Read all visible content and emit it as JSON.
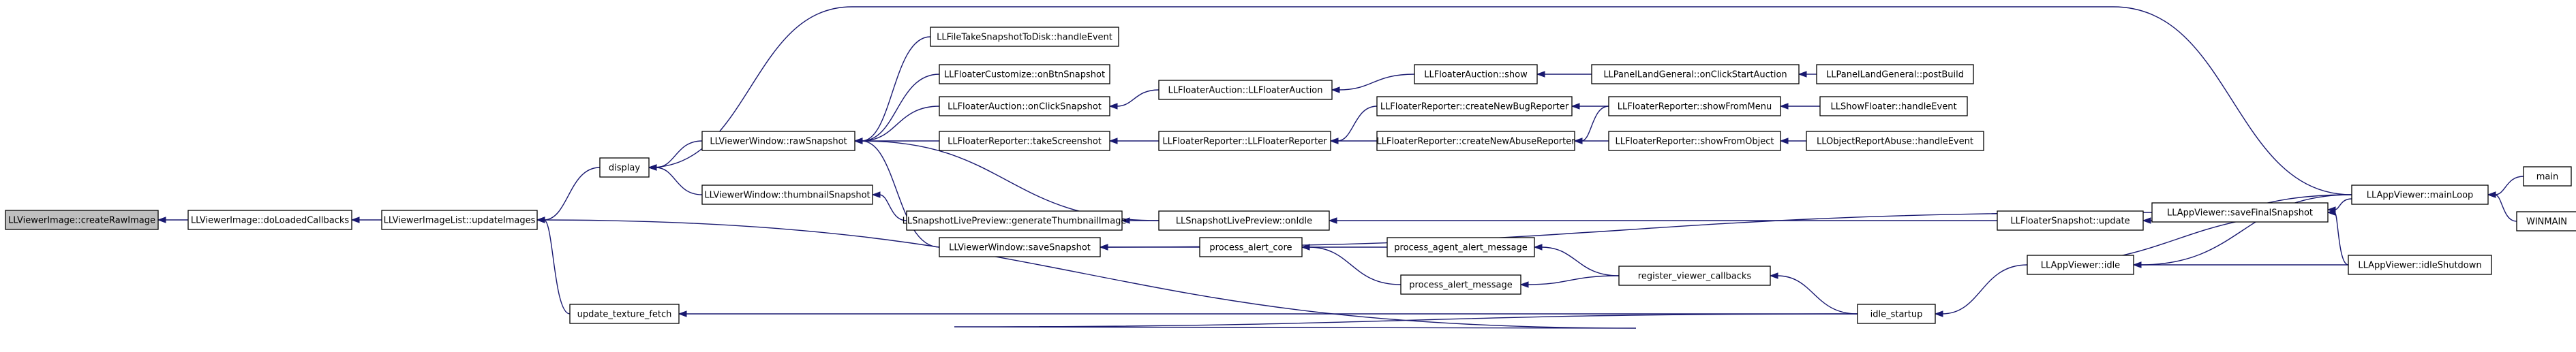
{
  "graph": {
    "nodes": {
      "createRawImage": "LLViewerImage::createRawImage",
      "doLoadedCallbacks": "LLViewerImage::doLoadedCallbacks",
      "updateImages": "LLViewerImageList::updateImages",
      "display": "display",
      "updateTextureFetch": "update_texture_fetch",
      "rawSnapshot": "LLViewerWindow::rawSnapshot",
      "thumbnailSnapshot": "LLViewerWindow::thumbnailSnapshot",
      "fileTakeSnapshot": "LLFileTakeSnapshotToDisk::handleEvent",
      "customizeSnapshot": "LLFloaterCustomize::onBtnSnapshot",
      "auctionClickSnapshot": "LLFloaterAuction::onClickSnapshot",
      "reporterTakeScreenshot": "LLFloaterReporter::takeScreenshot",
      "saveSnapshot": "LLViewerWindow::saveSnapshot",
      "generateThumbnail": "LLSnapshotLivePreview::generateThumbnailImage",
      "onIdle": "LLSnapshotLivePreview::onIdle",
      "auctionCtor": "LLFloaterAuction::LLFloaterAuction",
      "reporterCtor": "LLFloaterReporter::LLFloaterReporter",
      "processAlertCore": "process_alert_core",
      "auctionShow": "LLFloaterAuction::show",
      "createBugReporter": "LLFloaterReporter::createNewBugReporter",
      "createAbuseReporter": "LLFloaterReporter::createNewAbuseReporter",
      "processAgentAlert": "process_agent_alert_message",
      "processAlert": "process_alert_message",
      "panelClickStartAuction": "LLPanelLandGeneral::onClickStartAuction",
      "showFromMenu": "LLFloaterReporter::showFromMenu",
      "showFromObject": "LLFloaterReporter::showFromObject",
      "registerCallbacks": "register_viewer_callbacks",
      "panelPostBuild": "LLPanelLandGeneral::postBuild",
      "showFloater": "LLShowFloater::handleEvent",
      "objectReportAbuse": "LLObjectReportAbuse::handleEvent",
      "floaterSnapshotUpdate": "LLFloaterSnapshot::update",
      "idleStartup": "idle_startup",
      "saveFinalSnapshot": "LLAppViewer::saveFinalSnapshot",
      "appIdle": "LLAppViewer::idle",
      "mainLoop": "LLAppViewer::mainLoop",
      "idleShutdown": "LLAppViewer::idleShutdown",
      "main": "main",
      "winmain": "WINMAIN"
    },
    "colors": {
      "edge": "#191970",
      "root_fill": "#bfbfbf",
      "node_fill": "#ffffff",
      "node_border": "#000000"
    }
  }
}
